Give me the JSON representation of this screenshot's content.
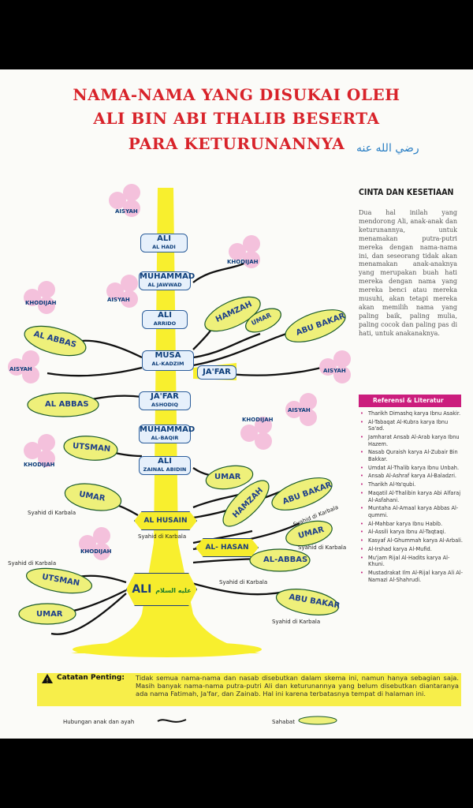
{
  "title": {
    "line1": "NAMA-NAMA YANG DISUKAI OLEH",
    "line2": "ALI BIN ABI THALIB BESERTA",
    "line3": "PARA KETURUNANNYA",
    "arabic": "رضي الله عنه"
  },
  "trunk_nodes": [
    {
      "name": "ALI",
      "sub": "AL HADI"
    },
    {
      "name": "MUHAMMAD",
      "sub": "AL JAWWAD"
    },
    {
      "name": "ALI",
      "sub": "ARRIDO"
    },
    {
      "name": "MUSA",
      "sub": "AL-KADZIM"
    },
    {
      "name": "JA'FAR",
      "sub": "ASHODIQ"
    },
    {
      "name": "MUHAMMAD",
      "sub": "AL-BAQIR"
    },
    {
      "name": "ALI",
      "sub": "ZAINAL ABIDIN"
    }
  ],
  "jafar_side": "JA'FAR",
  "hexagons": {
    "husain": "AL HUSAIN",
    "hasan": "AL- HASAN",
    "ali": "ALI",
    "arabic": "عليه السلام"
  },
  "leaves": {
    "hamzah1": "HAMZAH",
    "umar1": "UMAR",
    "abubakar1": "ABU BAKAR",
    "alabbas1": "AL ABBAS",
    "alabbas2": "AL ABBAS",
    "utsman1": "UTSMAN",
    "umar2": "UMAR",
    "umar3": "UMAR",
    "hamzah2": "HAMZAH",
    "abubakar2": "ABU BAKAR",
    "umar4": "UMAR",
    "alabbas3": "AL-ABBAS",
    "utsman2": "UTSMAN",
    "abubakar3": "ABU BAKAR",
    "umar5": "UMAR"
  },
  "flowers": {
    "aisyah1": "AISYAH",
    "khodijah1": "KHODIJAH",
    "aisyah2": "AISYAH",
    "khodijah2": "KHODIJAH",
    "aisyah3": "AISYAH",
    "aisyah4": "AISYAH",
    "aisyah5": "AISYAH",
    "khodijah3": "KHODIJAH",
    "khodijah4": "KHODIJAH",
    "khodijah5": "KHODIJAH"
  },
  "notes": {
    "s1": "Syahid di Karbala",
    "s2": "Syahid di Karbala",
    "s3": "Syahid di Karbala",
    "s4": "Syahid di Karbala",
    "s5": "Syahid di Karbala",
    "s6": "Syahid di Karbala",
    "s7": "Syahid di Karbala"
  },
  "sidebar": {
    "heading": "CINTA DAN KESETIAAN",
    "text": "Dua hal inilah yang mendorong Ali, anak-anak dan keturunannya, untuk menamakan putra-putri mereka dengan nama-nama ini, dan seseorang tidak akan menamakan anak-anaknya yang merupakan buah hati mereka dengan nama yang mereka benci atau mereka musuhi, akan tetapi mereka akan memilih nama yang paling baik, paling mulia, paling cocok dan paling pas di hati, untuk anakanaknya.",
    "ref_title": "Referensi & Literatur",
    "refs": [
      "Tharikh Dimashq karya Ibnu Asakir.",
      "Al-Tabaqat Al-Kubra karya Ibnu Sa'ad.",
      "Jamharat Ansab Al-Arab karya Ibnu Hazem.",
      "Nasab Quraish karya Al-Zubair Bin Bakkar.",
      "Umdat Al-Thalib karya Ibnu Unbah.",
      "Ansab Al-Ashraf karya Al-Baladzri.",
      "Tharikh Al-Ya'qubi.",
      "Maqatil Al-Thalibin karya Abi Alfaraj Al-Asfahani.",
      "Muntaha Al-Amaal karya Abbas Al-qummi.",
      "Al-Mahbar karya Ibnu Habib.",
      "Al-Assili karya Ibnu Al-Taqtaqi.",
      "Kasyaf Al-Ghummah karya Al-Arbali.",
      "Al-Irshad karya Al-Mufid.",
      "Mu'jam Rijal Al-Hadits karya Al-Khuni.",
      "Mustadrakat Ilm Al-Rijal karya Ali Al-Namazi Al-Shahrudi."
    ]
  },
  "note": {
    "heading": "Catatan Penting:",
    "body": "Tidak semua nama-nama dan nasab disebutkan dalam skema ini, namun hanya sebagian saja. Masih banyak nama-nama putra-putri Ali dan keturunannya yang belum disebutkan diantaranya ada nama Fatimah, Ja'far, dan Zainab. Hal ini karena terbatasnya tempat di halaman ini."
  },
  "legend": {
    "child": "Hubungan anak dan ayah",
    "sahabat": "Sahabat"
  },
  "colors": {
    "title": "#d8232a",
    "trunk": "#f8ef2e",
    "leaf": "#eef07a",
    "node_border": "#2b5d9b",
    "flower": "#f4c1dc",
    "ref_bar": "#cb1d7d"
  }
}
